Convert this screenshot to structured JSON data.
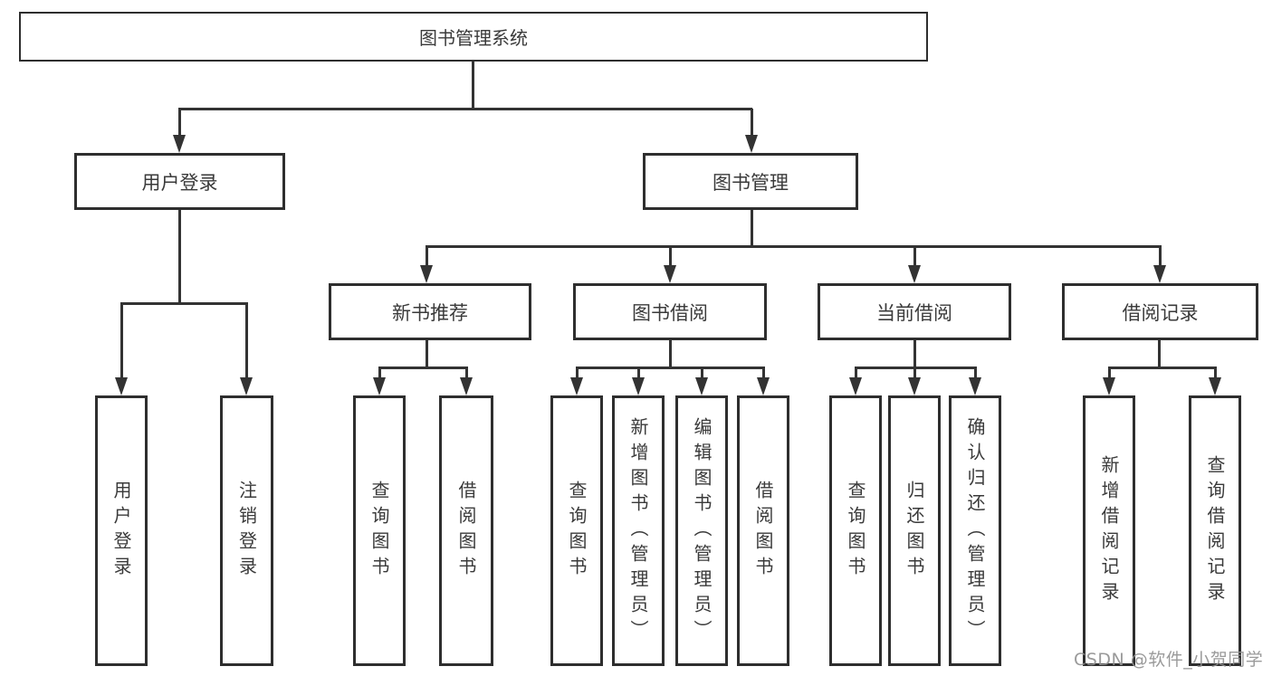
{
  "tree": {
    "label": "图书管理系统",
    "children": [
      {
        "label": "用户登录",
        "children": [
          {
            "label": "用户登录"
          },
          {
            "label": "注销登录"
          }
        ]
      },
      {
        "label": "图书管理",
        "children": [
          {
            "label": "新书推荐",
            "children": [
              {
                "label": "查询图书"
              },
              {
                "label": "借阅图书"
              }
            ]
          },
          {
            "label": "图书借阅",
            "children": [
              {
                "label": "查询图书"
              },
              {
                "label": "新增图书（管理员）"
              },
              {
                "label": "编辑图书（管理员）"
              },
              {
                "label": "借阅图书"
              }
            ]
          },
          {
            "label": "当前借阅",
            "children": [
              {
                "label": "查询图书"
              },
              {
                "label": "归还图书"
              },
              {
                "label": "确认归还（管理员）"
              }
            ]
          },
          {
            "label": "借阅记录",
            "children": [
              {
                "label": "新增借阅记录"
              },
              {
                "label": "查询借阅记录"
              }
            ]
          }
        ]
      }
    ]
  },
  "watermark": {
    "text": "CSDN @软件_小贺同学"
  },
  "colors": {
    "line": "#333333",
    "box_border": "#2e2e2e",
    "text": "#3a3a3a",
    "watermark": "#919191",
    "background": "#ffffff"
  }
}
